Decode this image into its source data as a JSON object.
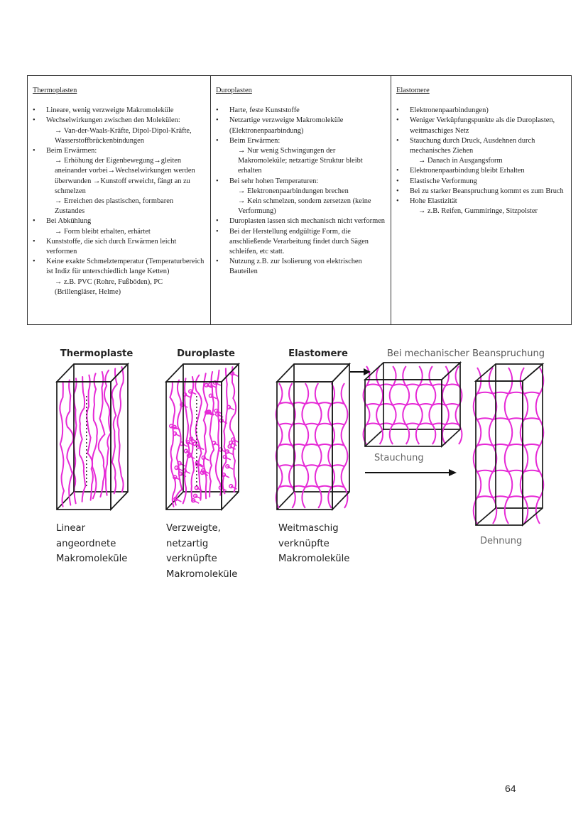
{
  "table": {
    "columns": [
      {
        "heading": "Thermoplasten",
        "items": [
          {
            "text": "Lineare, wenig verzweigte Makromoleküle",
            "sub": []
          },
          {
            "text": "Wechselwirkungen zwischen den Molekülen:",
            "sub": [
              "→ Van-der-Waals-Kräfte, Dipol-Dipol-Kräfte, Wasserstoffbrückenbindungen"
            ]
          },
          {
            "text": "Beim Erwärmen:",
            "sub": [
              "→ Erhöhung der Eigenbewegung→gleiten aneinander vorbei→Wechselwirkungen werden überwunden →Kunstoff erweicht, fängt an zu schmelzen",
              "→ Erreichen des plastischen, formbaren Zustandes"
            ]
          },
          {
            "text": "Bei Abkühlung",
            "sub": [
              "→ Form bleibt erhalten, erhärtet"
            ]
          },
          {
            "text": "Kunststoffe, die sich durch Erwärmen leicht verformen",
            "sub": []
          },
          {
            "text": "Keine exakte Schmelztemperatur (Temperaturbereich ist Indiz für unterschiedlich lange Ketten)",
            "sub": [
              "→ z.B. PVC (Rohre, Fußböden), PC (Brillengläser, Helme)"
            ]
          }
        ]
      },
      {
        "heading": "Duroplasten",
        "items": [
          {
            "text": "Harte, feste Kunststoffe",
            "sub": []
          },
          {
            "text": "Netzartige verzweigte Makromoleküle (Elektronenpaarbindung)",
            "sub": []
          },
          {
            "text": "Beim Erwärmen:",
            "sub": [
              "→ Nur wenig Schwingungen der Makromoleküle; netzartige Struktur bleibt erhalten"
            ]
          },
          {
            "text": "Bei sehr hohen Temperaturen:",
            "sub": [
              "→ Elektronenpaarbindungen brechen",
              "→ Kein schmelzen, sondern zersetzen (keine Verformung)"
            ]
          },
          {
            "text": "Duroplasten lassen sich mechanisch nicht verformen",
            "sub": []
          },
          {
            "text": "Bei der Herstellung endgültige Form, die anschließende Verarbeitung findet durch Sägen schleifen, etc statt.",
            "sub": []
          },
          {
            "text": "Nutzung z.B. zur Isolierung von elektrischen Bauteilen",
            "sub": []
          }
        ]
      },
      {
        "heading": "Elastomere",
        "items": [
          {
            "text": "Elektronenpaarbindungen)",
            "sub": []
          },
          {
            "text": "Weniger Verküpfungspunkte als die Duroplasten, weitmaschiges Netz",
            "sub": []
          },
          {
            "text": "Stauchung durch Druck, Ausdehnen durch mechanisches Ziehen",
            "sub": [
              "→ Danach in Ausgangsform"
            ]
          },
          {
            "text": "Elektronenpaarbindung bleibt Erhalten",
            "sub": []
          },
          {
            "text": "Elastische Verformung",
            "sub": []
          },
          {
            "text": "Bei zu starker Beanspruchung kommt es zum Bruch",
            "sub": []
          },
          {
            "text": "Hohe Elastizität",
            "sub": [
              "→ z.B. Reifen, Gummiringe, Sitzpolster"
            ]
          }
        ]
      }
    ]
  },
  "figure": {
    "titles": {
      "thermoplaste": "Thermoplaste",
      "duroplaste": "Duroplaste",
      "elastomere": "Elastomere",
      "mechanisch": "Bei mechanischer Beanspruchung"
    },
    "labels": {
      "thermoplaste": [
        "Linear",
        "angeordnete",
        "Makromoleküle"
      ],
      "duroplaste": [
        "Verzweigte,",
        "netzartig",
        "verknüpfte",
        "Makromoleküle"
      ],
      "elastomere": [
        "Weitmaschig",
        "verknüpfte",
        "Makromoleküle"
      ],
      "stauchung": "Stauchung",
      "dehnung": "Dehnung"
    },
    "colors": {
      "chain": "#e62ad6",
      "outline": "#1a1a1a"
    }
  },
  "page_number": "64"
}
